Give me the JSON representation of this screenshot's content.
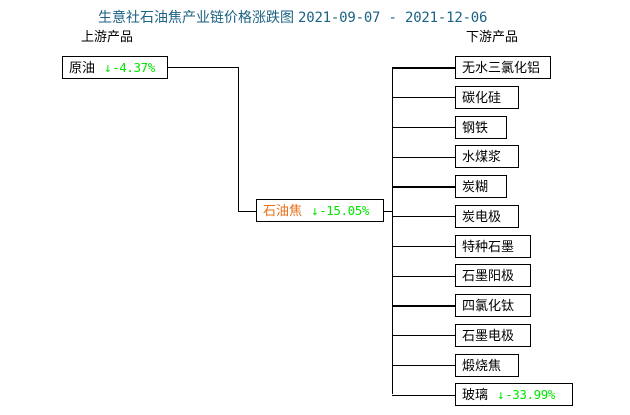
{
  "header": {
    "title": "生意社石油焦产业链价格涨跌图",
    "date_range": "2021-09-07 - 2021-12-06",
    "title_color": "#1b6283"
  },
  "columns": {
    "upstream_label": "上游产品",
    "downstream_label": "下游产品"
  },
  "colors": {
    "up_down_negative": "#00e800",
    "center_node_text": "#e8701a",
    "line": "#000000",
    "background": "#ffffff"
  },
  "upstream": [
    {
      "name": "原油",
      "change": "-4.37%",
      "direction": "down",
      "arrow": "↓",
      "has_value": true
    }
  ],
  "center": {
    "name": "石油焦",
    "change": "-15.05%",
    "direction": "down",
    "arrow": "↓",
    "has_value": true
  },
  "downstream": [
    {
      "name": "无水三氯化铝",
      "change": "",
      "arrow": "",
      "has_value": false
    },
    {
      "name": "碳化硅",
      "change": "",
      "arrow": "",
      "has_value": false
    },
    {
      "name": "钢铁",
      "change": "",
      "arrow": "",
      "has_value": false
    },
    {
      "name": "水煤浆",
      "change": "",
      "arrow": "",
      "has_value": false
    },
    {
      "name": "炭糊",
      "change": "",
      "arrow": "",
      "has_value": false
    },
    {
      "name": "炭电极",
      "change": "",
      "arrow": "",
      "has_value": false
    },
    {
      "name": "特种石墨",
      "change": "",
      "arrow": "",
      "has_value": false
    },
    {
      "name": "石墨阳极",
      "change": "",
      "arrow": "",
      "has_value": false
    },
    {
      "name": "四氯化钛",
      "change": "",
      "arrow": "",
      "has_value": false
    },
    {
      "name": "石墨电极",
      "change": "",
      "arrow": "",
      "has_value": false
    },
    {
      "name": "煅烧焦",
      "change": "",
      "arrow": "",
      "has_value": false
    },
    {
      "name": "玻璃",
      "change": "-33.99%",
      "direction": "down",
      "arrow": "↓",
      "has_value": true
    }
  ]
}
